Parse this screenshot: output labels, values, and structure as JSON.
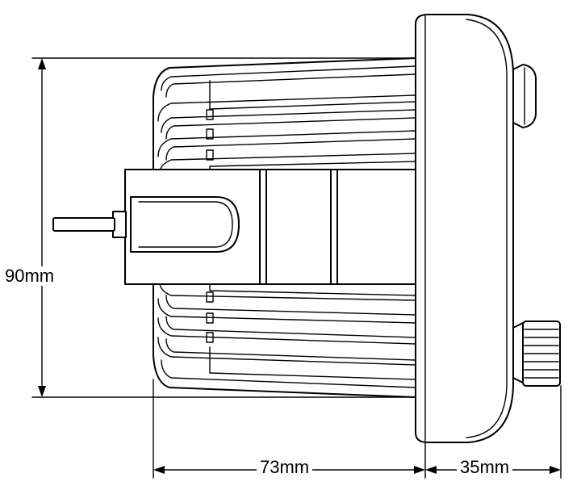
{
  "dimensions": {
    "height": "90mm",
    "depth": "73mm",
    "flange": "35mm"
  },
  "colors": {
    "line": "#000000",
    "background": "#ffffff"
  }
}
